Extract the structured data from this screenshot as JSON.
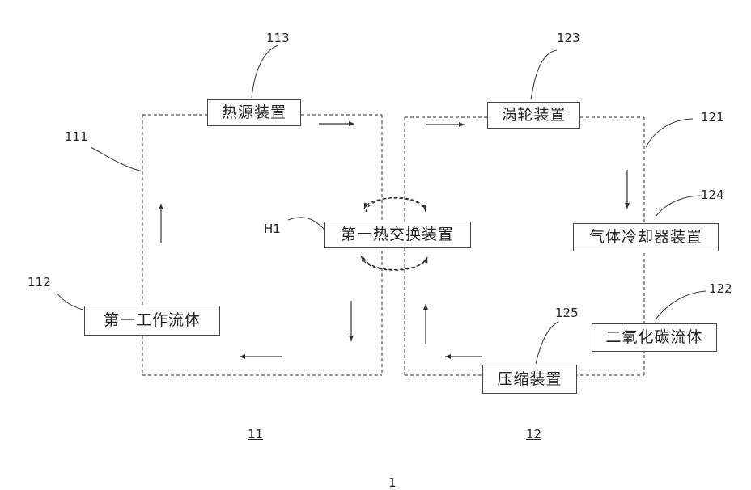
{
  "labels": {
    "ref_113": "113",
    "ref_123": "123",
    "ref_111": "111",
    "ref_121": "121",
    "ref_124": "124",
    "ref_h1": "H1",
    "ref_112": "112",
    "ref_125": "125",
    "ref_122": "122",
    "loop_11": "11",
    "loop_12": "12",
    "figure_1": "1"
  },
  "boxes": {
    "heat_source": "热源装置",
    "turbine": "涡轮装置",
    "first_heat_exchanger": "第一热交换装置",
    "gas_cooler": "气体冷却器装置",
    "first_working_fluid": "第一工作流体",
    "co2_fluid": "二氧化碳流体",
    "compressor": "压缩装置"
  }
}
